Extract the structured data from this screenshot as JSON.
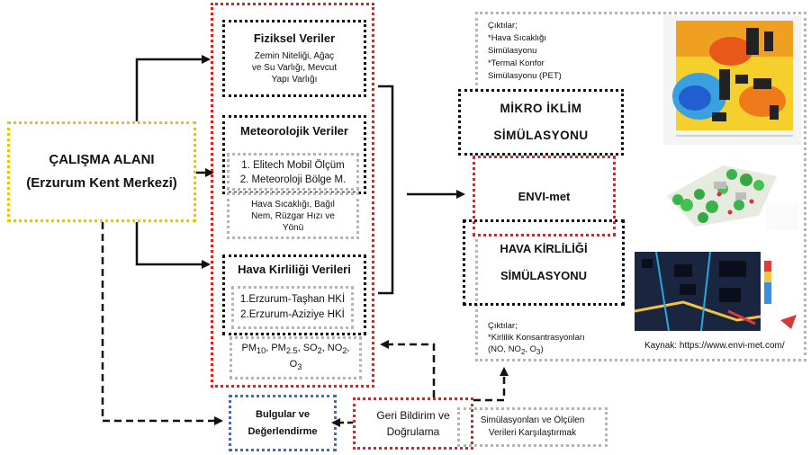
{
  "study_area": {
    "line1": "ÇALIŞMA ALANI",
    "line2": "(Erzurum Kent Merkezi)"
  },
  "physical": {
    "title": "Fiziksel Veriler",
    "desc_line1": "Zemin Niteliği, Ağaç",
    "desc_line2": "ve Su Varlığı, Mevcut",
    "desc_line3": "Yapı Varlığı"
  },
  "meteo": {
    "title": "Meteorolojik Veriler",
    "source1": "1. Elitech Mobil Ölçüm",
    "source2": "2. Meteoroloji Bölge M.",
    "params_line1": "Hava Sıcaklığı, Bağıl",
    "params_line2": "Nem, Rüzgar Hızı ve",
    "params_line3": "Yönü"
  },
  "air": {
    "title": "Hava Kirliliği Verileri",
    "station1": "1.Erzurum-Taşhan HKİ",
    "station2": "2.Erzurum-Aziziye HKİ",
    "pollutants_line1": "PM10, PM2.5, SO2, NO2,",
    "pollutants_line2": "O3"
  },
  "micro": {
    "line1": "MİKRO İKLİM",
    "line2": "SİMÜLASYONU"
  },
  "outputs_top": {
    "line1": "Çıktılar;",
    "line2": "*Hava Sıcaklığı",
    "line3": "Simülasyonu",
    "line4": "*Termal Konfor",
    "line5": "Simülasyonu (PET)"
  },
  "envimet": {
    "label": "ENVI-met"
  },
  "air_sim": {
    "line1": "HAVA KİRLİLİĞİ",
    "line2": "SİMÜLASYONU"
  },
  "outputs_bottom": {
    "line1": "Çıktılar;",
    "line2": "*Kirlilik Konsantrasyonları",
    "line3": "(NO, NO2, O3)"
  },
  "source_credit": "Kaynak: https://www.envi-met.com/",
  "findings": {
    "line1": "Bulgular ve",
    "line2": "Değerlendirme"
  },
  "feedback": {
    "line1": "Geri Bildirim ve",
    "line2": "Doğrulama"
  },
  "comparison": {
    "line1": "Simülasyonları ve Ölçülen",
    "line2": "Verileri Karşılaştırmak"
  },
  "colors": {
    "red": "#e3201b",
    "yellow": "#f2c200",
    "blue": "#2f6fd6",
    "gray": "#b5b5b5",
    "black": "#111111"
  }
}
